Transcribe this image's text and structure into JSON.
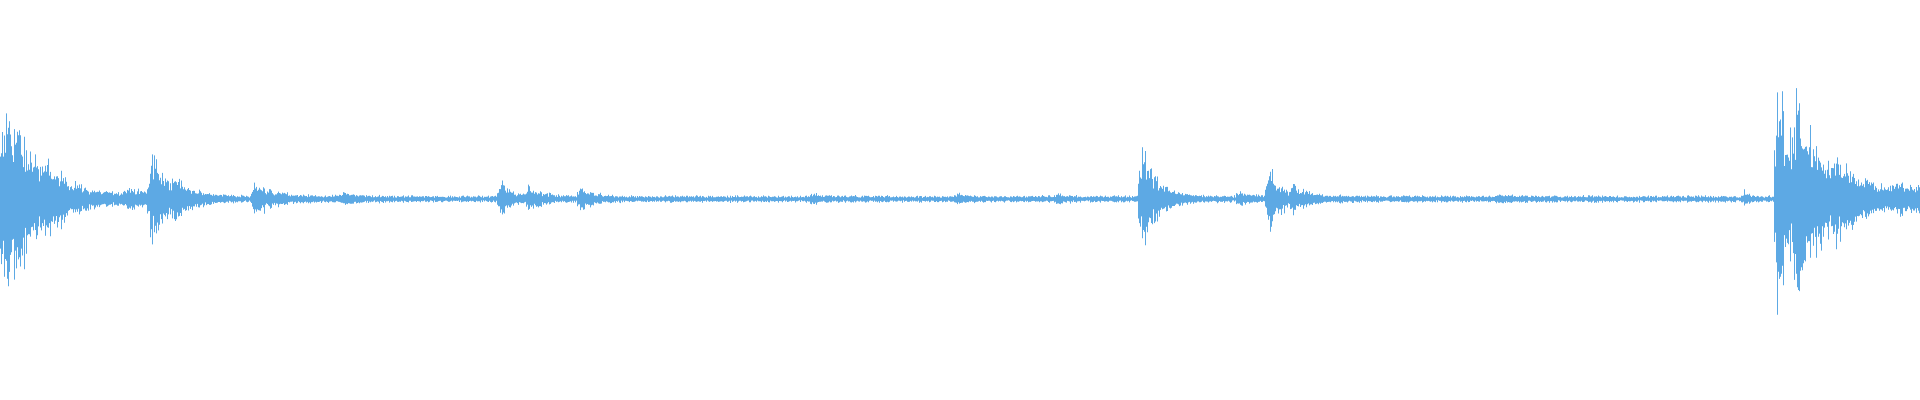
{
  "waveform": {
    "color": "#5DA9E4",
    "background": "#FFFFFF",
    "baseline_amplitude": 0.012,
    "bursts": [
      {
        "t": 0.0,
        "peak": 0.34,
        "decay": 0.02
      },
      {
        "t": 0.003,
        "peak": 0.28,
        "decay": 0.012
      },
      {
        "t": 0.024,
        "peak": 0.05,
        "decay": 0.01
      },
      {
        "t": 0.066,
        "peak": 0.05,
        "decay": 0.01
      },
      {
        "t": 0.078,
        "peak": 0.2,
        "decay": 0.01
      },
      {
        "t": 0.091,
        "peak": 0.06,
        "decay": 0.008
      },
      {
        "t": 0.132,
        "peak": 0.08,
        "decay": 0.01
      },
      {
        "t": 0.178,
        "peak": 0.02,
        "decay": 0.01
      },
      {
        "t": 0.26,
        "peak": 0.09,
        "decay": 0.006
      },
      {
        "t": 0.275,
        "peak": 0.05,
        "decay": 0.008
      },
      {
        "t": 0.302,
        "peak": 0.06,
        "decay": 0.006
      },
      {
        "t": 0.423,
        "peak": 0.02,
        "decay": 0.004
      },
      {
        "t": 0.498,
        "peak": 0.02,
        "decay": 0.006
      },
      {
        "t": 0.55,
        "peak": 0.02,
        "decay": 0.004
      },
      {
        "t": 0.594,
        "peak": 0.29,
        "decay": 0.006
      },
      {
        "t": 0.6,
        "peak": 0.05,
        "decay": 0.01
      },
      {
        "t": 0.645,
        "peak": 0.03,
        "decay": 0.006
      },
      {
        "t": 0.66,
        "peak": 0.19,
        "decay": 0.006
      },
      {
        "t": 0.673,
        "peak": 0.06,
        "decay": 0.008
      },
      {
        "t": 0.78,
        "peak": 0.01,
        "decay": 0.01
      },
      {
        "t": 0.908,
        "peak": 0.03,
        "decay": 0.003
      },
      {
        "t": 0.925,
        "peak": 0.6,
        "decay": 0.01
      },
      {
        "t": 0.935,
        "peak": 0.38,
        "decay": 0.016
      },
      {
        "t": 0.955,
        "peak": 0.12,
        "decay": 0.02
      },
      {
        "t": 0.985,
        "peak": 0.05,
        "decay": 0.02
      },
      {
        "t": 0.999,
        "peak": 0.06,
        "decay": 0.01
      }
    ]
  }
}
